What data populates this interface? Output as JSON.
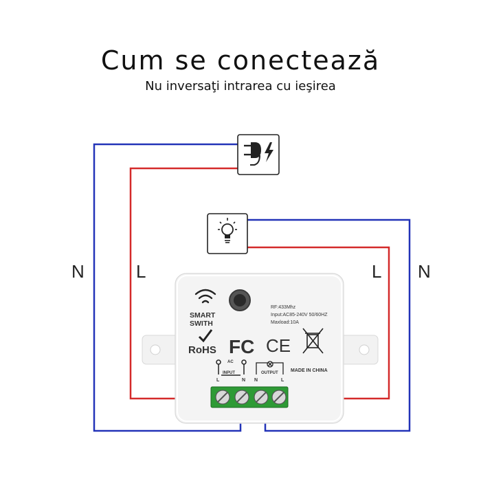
{
  "header": {
    "title": "Cum se conectează",
    "subtitle": "Nu inversaţi intrarea cu ieşirea"
  },
  "wire_labels": {
    "left_neutral": "N",
    "left_live": "L",
    "right_live": "L",
    "right_neutral": "N"
  },
  "device": {
    "brand_line1": "SMART",
    "brand_line2": "SWITH",
    "rf": "RF:433Mhz",
    "input_spec": "Input:AC85-240V 50/60HZ",
    "max_load": "Maxload:10A",
    "rohs": "RoHS",
    "fcc": "FC",
    "ce": "CE",
    "made_in": "MADE IN CHINA",
    "ac": "AC",
    "input_label": "INPUT",
    "output_label": "OUTPUT",
    "terminals": [
      "L",
      "N",
      "N",
      "L"
    ]
  },
  "icons": [
    "power-plug-icon",
    "light-bulb-icon",
    "wifi-icon",
    "recycle-bin-crossed-icon"
  ],
  "colors": {
    "neutral_wire": "#2233b8",
    "live_wire": "#d42a2a",
    "terminal_block": "#2e9a35",
    "device_body": "#f2f2f2"
  }
}
